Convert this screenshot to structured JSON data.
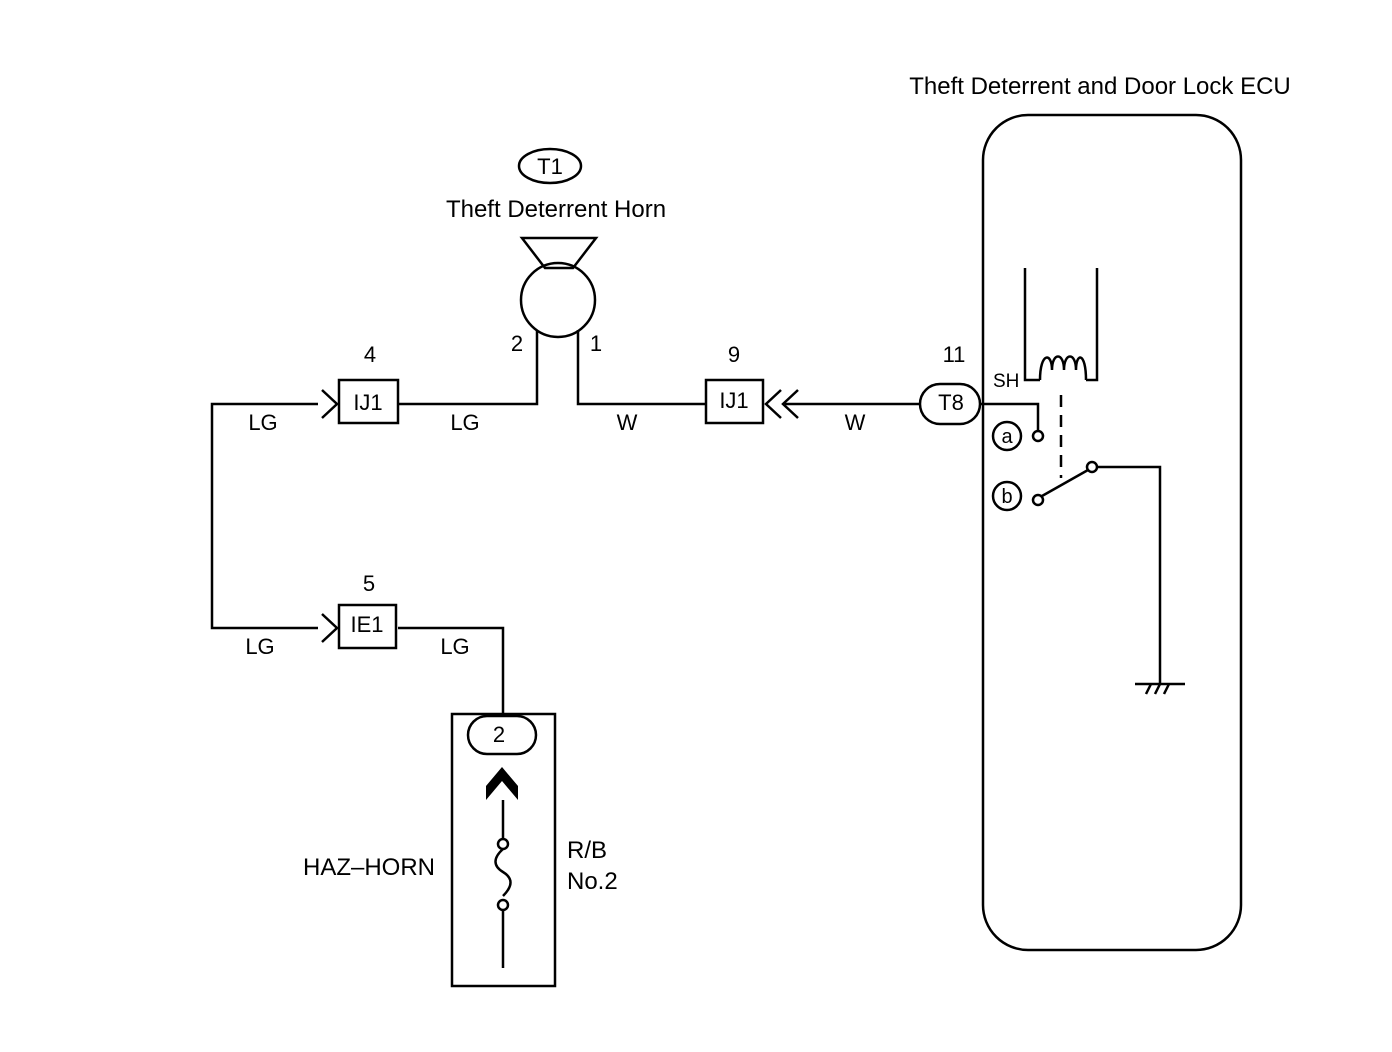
{
  "ecu": {
    "title": "Theft Deterrent and Door Lock ECU",
    "connector": "T8",
    "pin": "11",
    "terminal": "SH",
    "contact_a": "a",
    "contact_b": "b"
  },
  "horn": {
    "connector": "T1",
    "title": "Theft Deterrent Horn",
    "pin_left": "2",
    "pin_right": "1"
  },
  "junction_ij1_left": {
    "label": "IJ1",
    "pin": "4"
  },
  "junction_ij1_right": {
    "label": "IJ1",
    "pin": "9"
  },
  "junction_ie1": {
    "label": "IE1",
    "pin": "5"
  },
  "wires": {
    "lg_1": "LG",
    "lg_2": "LG",
    "lg_3": "LG",
    "lg_4": "LG",
    "w_1": "W",
    "w_2": "W"
  },
  "relay_block": {
    "pin": "2",
    "fuse": "HAZ–HORN",
    "name_line1": "R/B",
    "name_line2": "No.2"
  },
  "colors": {
    "line": "#000000",
    "background": "#ffffff"
  }
}
